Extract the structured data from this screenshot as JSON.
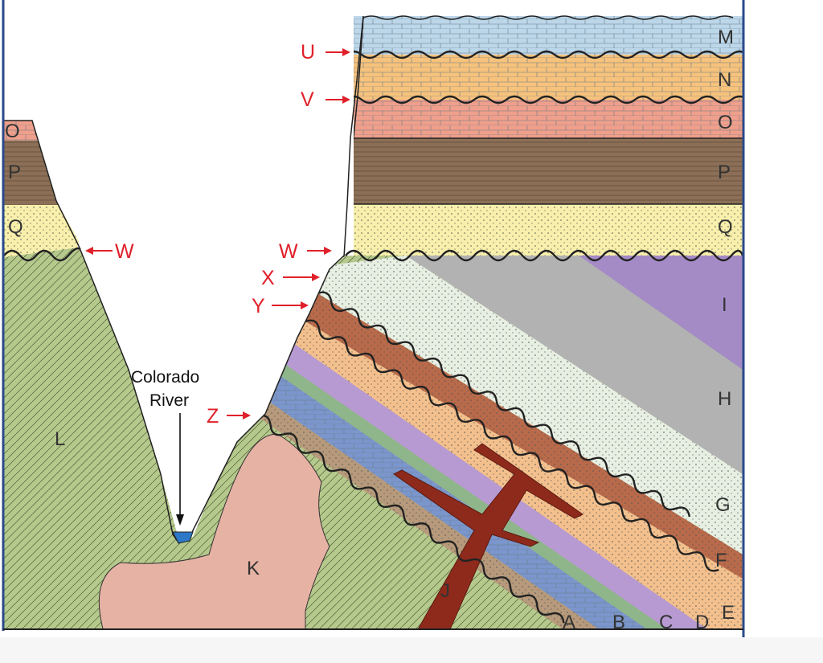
{
  "diagram": {
    "layers_right": {
      "M": "M",
      "N": "N",
      "O": "O",
      "P": "P",
      "Q": "Q",
      "I": "I",
      "H": "H",
      "G": "G",
      "F": "F",
      "E": "E",
      "D": "D",
      "C": "C",
      "B": "B",
      "A": "A"
    },
    "layers_left": {
      "O": "O",
      "P": "P",
      "Q": "Q",
      "L": "L"
    },
    "intrusions": {
      "K": "K",
      "J": "J"
    },
    "unconformities": {
      "U": "U",
      "V": "V",
      "W_left": "W",
      "W_right": "W",
      "X": "X",
      "Y": "Y",
      "Z": "Z"
    },
    "river": {
      "line1": "Colorado",
      "line2": "River"
    },
    "colors": {
      "M": "#bcd7ea",
      "N": "#f6c27c",
      "O": "#ef9f8b",
      "P": "#8c6f56",
      "Q": "#f7efab",
      "I": "#a48bc6",
      "H": "#b2b2b2",
      "G": "#e7efe2",
      "F": "#b86a4a",
      "E": "#f3c08d",
      "D": "#b79ad2",
      "C": "#8fb58a",
      "B": "#7b96cc",
      "A": "#b79a7b",
      "L": "#b6c98d",
      "K": "#e6b2a3",
      "J": "#8e2a1c",
      "water": "#2d78c7",
      "arrow": "#e0202a"
    }
  }
}
